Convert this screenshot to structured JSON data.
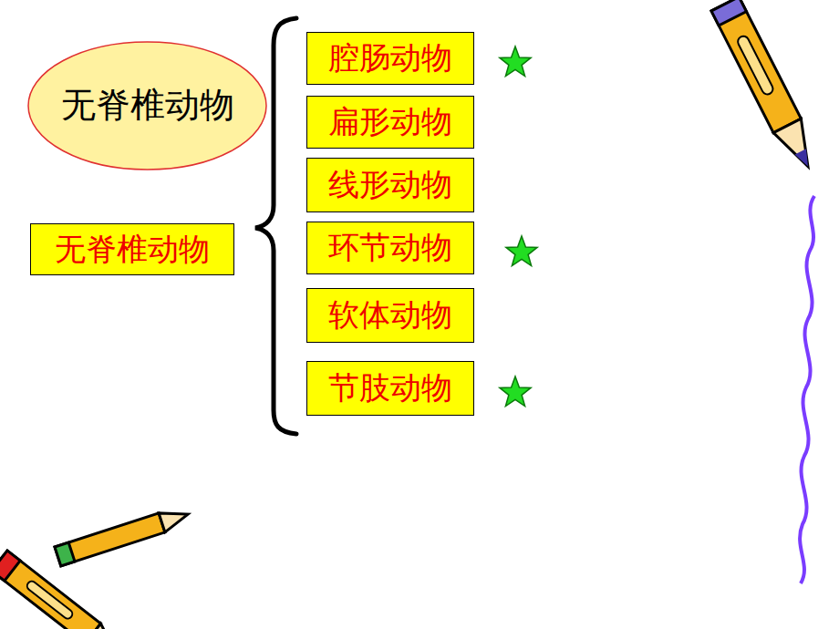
{
  "diagram": {
    "nodes": [
      {
        "text": [
          "无脊椎动物"
        ]
      },
      {
        "text": [
          "无脊椎动物"
        ]
      },
      {
        "text": [
          "腔肠动物"
        ]
      },
      {
        "text": [
          "扁形动物"
        ]
      },
      {
        "text": [
          "线形动物"
        ]
      },
      {
        "text": [
          "环节动物"
        ]
      },
      {
        "text": [
          "软体动物"
        ]
      },
      {
        "text": [
          "节肢动物"
        ]
      }
    ]
  }
}
